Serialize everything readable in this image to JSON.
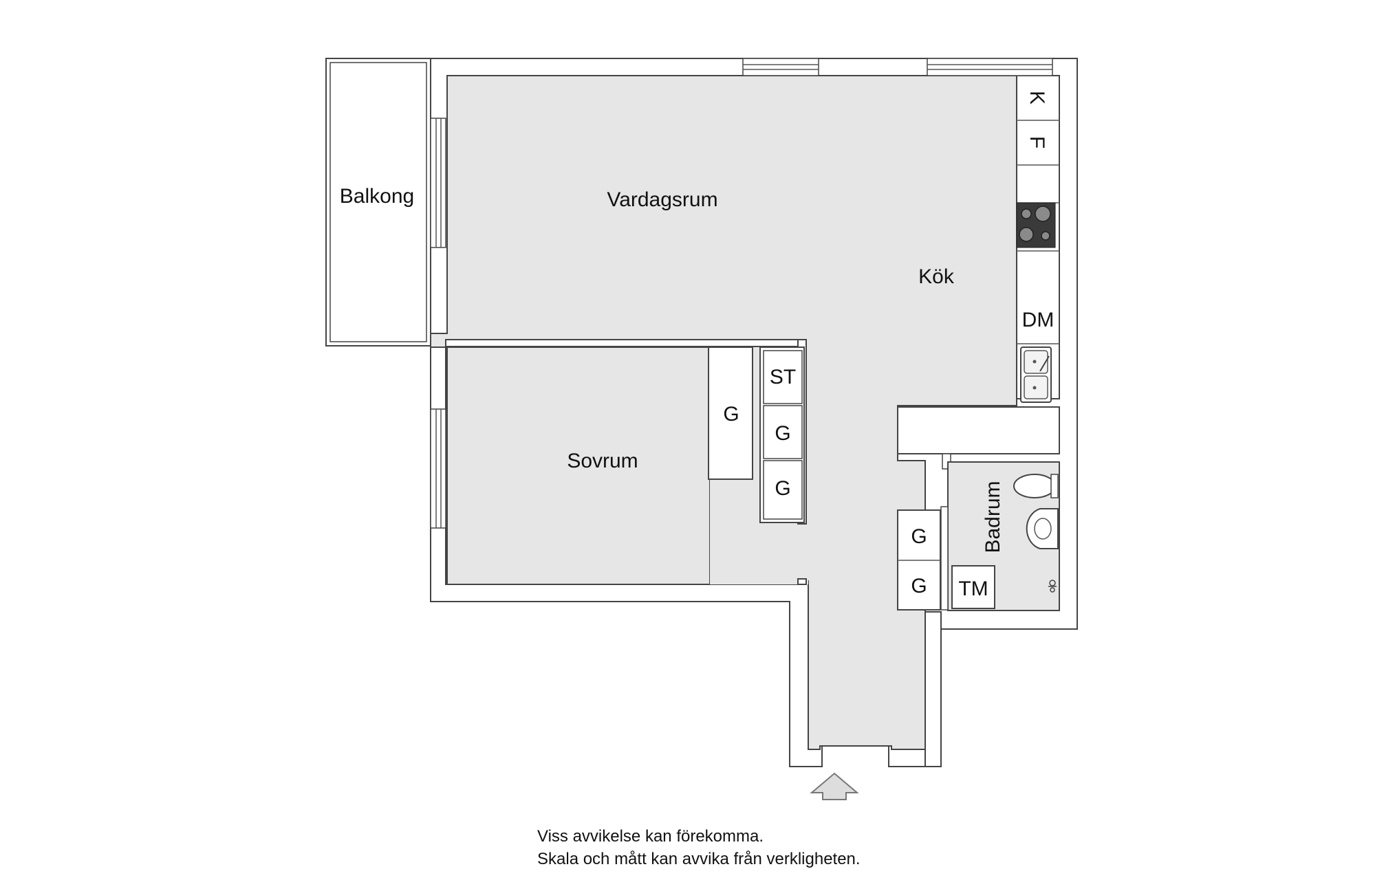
{
  "rooms": {
    "balcony": "Balkong",
    "living": "Vardagsrum",
    "kitchen": "Kök",
    "bedroom": "Sovrum",
    "bathroom": "Badrum"
  },
  "fixtures": {
    "k": "K",
    "f": "F",
    "dm": "DM",
    "st": "ST",
    "g": "G",
    "tm": "TM"
  },
  "disclaimer": {
    "line1": "Viss avvikelse kan förekomma.",
    "line2": "Skala och mått kan avvika från verkligheten."
  },
  "colors": {
    "floor": "#e6e6e6",
    "wall": "#444444",
    "background": "#ffffff"
  }
}
